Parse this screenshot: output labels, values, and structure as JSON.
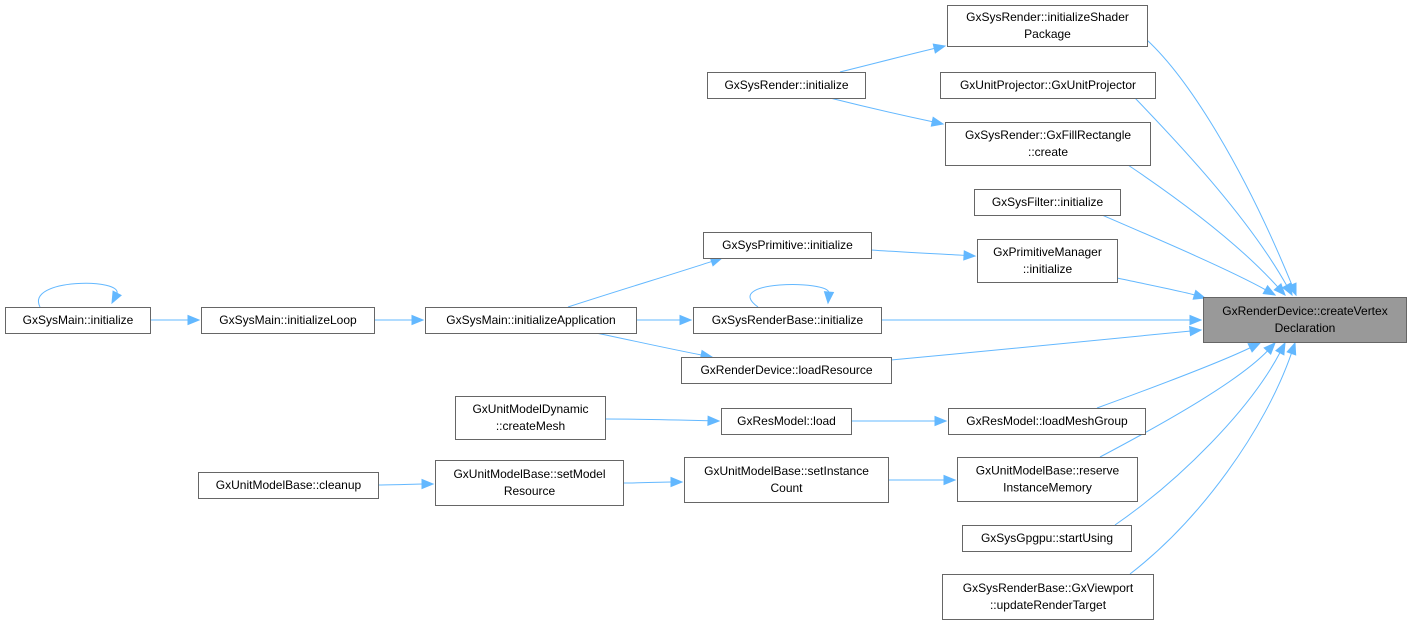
{
  "colors": {
    "edge": "#63b8ff",
    "node_border": "#666666",
    "target_fill": "#999999"
  },
  "nodes": [
    {
      "id": "target",
      "lines": [
        "GxRenderDevice::createVertex",
        "Declaration"
      ],
      "highlight": true
    },
    {
      "id": "initShaderPkg",
      "lines": [
        "GxSysRender::initializeShader",
        "Package"
      ]
    },
    {
      "id": "unitProjector",
      "lines": [
        "GxUnitProjector::GxUnitProjector"
      ]
    },
    {
      "id": "fillRectCreate",
      "lines": [
        "GxSysRender::GxFillRectangle",
        "::create"
      ]
    },
    {
      "id": "sysFilterInit",
      "lines": [
        "GxSysFilter::initialize"
      ]
    },
    {
      "id": "primMgrInit",
      "lines": [
        "GxPrimitiveManager",
        "::initialize"
      ]
    },
    {
      "id": "renderBaseInit",
      "lines": [
        "GxSysRenderBase::initialize"
      ]
    },
    {
      "id": "loadResource",
      "lines": [
        "GxRenderDevice::loadResource"
      ]
    },
    {
      "id": "loadMeshGroup",
      "lines": [
        "GxResModel::loadMeshGroup"
      ]
    },
    {
      "id": "reserveInstMem",
      "lines": [
        "GxUnitModelBase::reserve",
        "InstanceMemory"
      ]
    },
    {
      "id": "gpgpuStart",
      "lines": [
        "GxSysGpgpu::startUsing"
      ]
    },
    {
      "id": "viewportUpdate",
      "lines": [
        "GxSysRenderBase::GxViewport",
        "::updateRenderTarget"
      ]
    },
    {
      "id": "sysRenderInit",
      "lines": [
        "GxSysRender::initialize"
      ]
    },
    {
      "id": "sysPrimInit",
      "lines": [
        "GxSysPrimitive::initialize"
      ]
    },
    {
      "id": "initApp",
      "lines": [
        "GxSysMain::initializeApplication"
      ]
    },
    {
      "id": "initLoop",
      "lines": [
        "GxSysMain::initializeLoop"
      ]
    },
    {
      "id": "mainInit",
      "lines": [
        "GxSysMain::initialize"
      ]
    },
    {
      "id": "resModelLoad",
      "lines": [
        "GxResModel::load"
      ]
    },
    {
      "id": "createMesh",
      "lines": [
        "GxUnitModelDynamic",
        "::createMesh"
      ]
    },
    {
      "id": "setInstCount",
      "lines": [
        "GxUnitModelBase::setInstance",
        "Count"
      ]
    },
    {
      "id": "setModelRes",
      "lines": [
        "GxUnitModelBase::setModel",
        "Resource"
      ]
    },
    {
      "id": "cleanup",
      "lines": [
        "GxUnitModelBase::cleanup"
      ]
    }
  ],
  "edges": [
    {
      "from": "initShaderPkg",
      "to": "target"
    },
    {
      "from": "unitProjector",
      "to": "target"
    },
    {
      "from": "fillRectCreate",
      "to": "target"
    },
    {
      "from": "sysFilterInit",
      "to": "target"
    },
    {
      "from": "primMgrInit",
      "to": "target"
    },
    {
      "from": "renderBaseInit",
      "to": "target"
    },
    {
      "from": "loadResource",
      "to": "target"
    },
    {
      "from": "loadMeshGroup",
      "to": "target"
    },
    {
      "from": "reserveInstMem",
      "to": "target"
    },
    {
      "from": "gpgpuStart",
      "to": "target"
    },
    {
      "from": "viewportUpdate",
      "to": "target"
    },
    {
      "from": "sysRenderInit",
      "to": "initShaderPkg"
    },
    {
      "from": "sysRenderInit",
      "to": "fillRectCreate"
    },
    {
      "from": "sysPrimInit",
      "to": "primMgrInit"
    },
    {
      "from": "initApp",
      "to": "sysPrimInit"
    },
    {
      "from": "initApp",
      "to": "renderBaseInit"
    },
    {
      "from": "initApp",
      "to": "loadResource"
    },
    {
      "from": "renderBaseInit",
      "to": "renderBaseInit"
    },
    {
      "from": "initLoop",
      "to": "initApp"
    },
    {
      "from": "mainInit",
      "to": "initLoop"
    },
    {
      "from": "mainInit",
      "to": "mainInit"
    },
    {
      "from": "resModelLoad",
      "to": "loadMeshGroup"
    },
    {
      "from": "createMesh",
      "to": "resModelLoad"
    },
    {
      "from": "setInstCount",
      "to": "reserveInstMem"
    },
    {
      "from": "setModelRes",
      "to": "setInstCount"
    },
    {
      "from": "cleanup",
      "to": "setModelRes"
    }
  ]
}
